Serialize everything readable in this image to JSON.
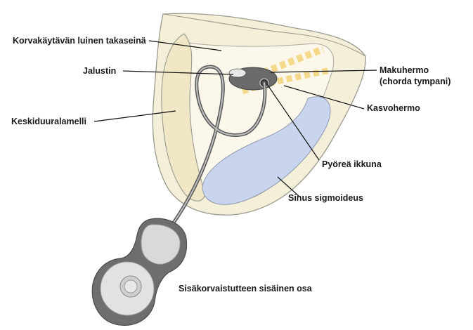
{
  "labels": {
    "korvakaytava": "Korvakäytävän luinen takaseinä",
    "jalustin": "Jalustin",
    "keskiduura": "Keskiduuralamelli",
    "makuhermo_1": "Makuhermo",
    "makuhermo_2": "(chorda tympani)",
    "kasvohermo": "Kasvohermo",
    "pyorea": "Pyöreä ikkuna",
    "sinus": "Sinus sigmoideus",
    "implantti": "Sisäkorvaistutteen sisäinen osa"
  },
  "colors": {
    "bone": "#f4efd9",
    "bone_outline": "#9a9a8f",
    "nerve": "#f5d98a",
    "sinus": "#c9d5ee",
    "implant_body": "#6e6e6e",
    "implant_light": "#d9d9d9"
  }
}
